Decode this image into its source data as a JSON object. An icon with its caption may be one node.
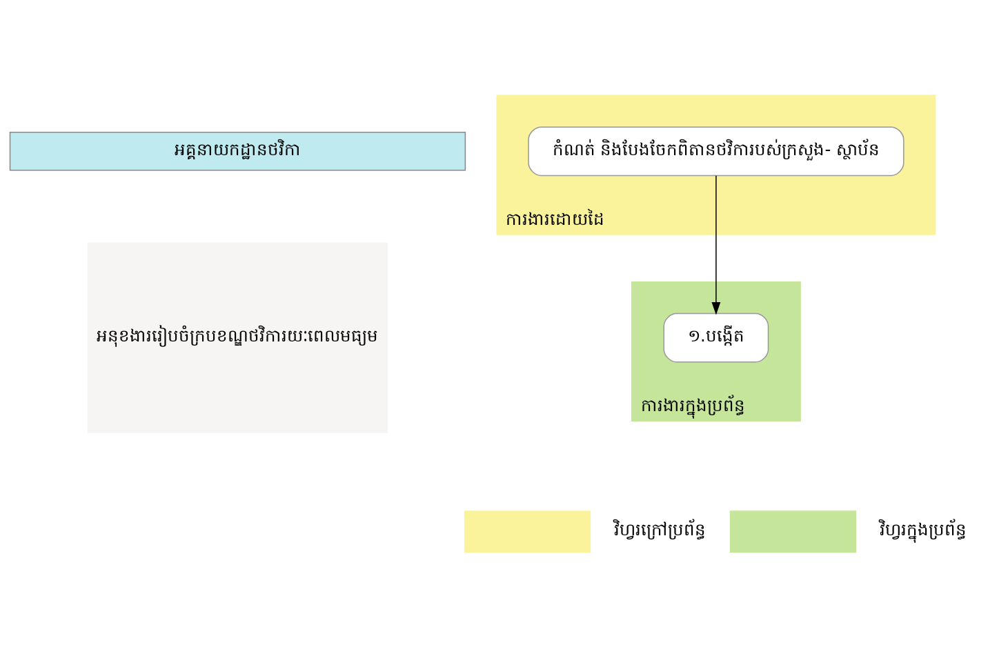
{
  "diagram": {
    "nodes": [
      {
        "text": [
          "អគ្គនាយកដ្ឋានថវិកា"
        ]
      },
      {
        "text": [
          "អនុខងាររៀបចំក្របខណ្ឌថវិការយៈពេលមធ្យម"
        ]
      },
      {
        "text": [
          "ការងារដោយដៃ"
        ]
      },
      {
        "text": [
          "កំណត់ និងបែងចែកពិតានថវិការបស់ក្រសួង- ស្ថាប័ន"
        ],
        "in": 2
      },
      {
        "text": [
          "ការងារក្នុងប្រព័ន្ធ"
        ]
      },
      {
        "text": [
          "១.បង្កើត"
        ],
        "in": 4
      }
    ],
    "edges": [
      {
        "from": 3,
        "to": 5,
        "arrow": "to"
      }
    ],
    "legend": [
      {
        "text": "វិហ្វរក្រៅប្រព័ន្ធ",
        "color": "#fbf39b"
      },
      {
        "text": "វិហ្វរក្នុងប្រព័ន្ធ",
        "color": "#c5e59a"
      }
    ]
  }
}
